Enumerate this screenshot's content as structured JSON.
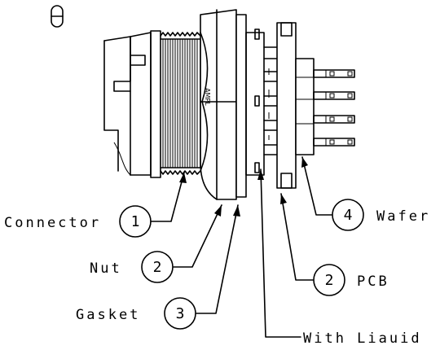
{
  "view_mark": "OO",
  "body_marking": "AMPL",
  "callouts": [
    {
      "label": "Connector",
      "number": "1"
    },
    {
      "label": "Nut",
      "number": "2"
    },
    {
      "label": "Gasket",
      "number": "3"
    },
    {
      "label": "Wafer",
      "number": "4"
    },
    {
      "label": "PCB",
      "number": "2"
    },
    {
      "label": "With Liauid",
      "number": ""
    }
  ]
}
